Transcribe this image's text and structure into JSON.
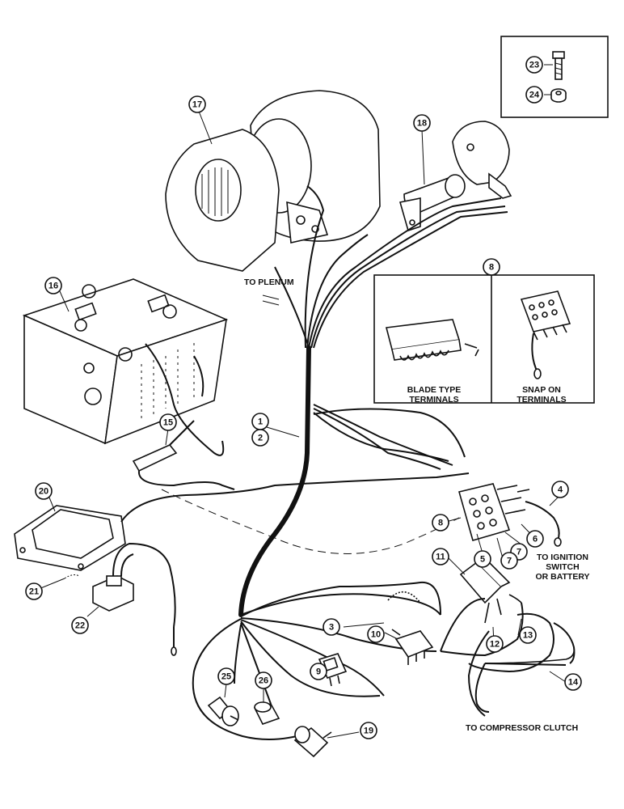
{
  "labels": {
    "to_plenum": "TO PLENUM",
    "blade_type_1": "BLADE TYPE",
    "blade_type_2": "TERMINALS",
    "snap_on_1": "SNAP ON",
    "snap_on_2": "TERMINALS",
    "ignition_1": "TO IGNITION",
    "ignition_2": "SWITCH",
    "ignition_3": "OR BATTERY",
    "compressor_clutch": "TO COMPRESSOR CLUTCH"
  },
  "callouts": [
    "23",
    "24",
    "17",
    "18",
    "16",
    "8",
    "1",
    "2",
    "15",
    "20",
    "21",
    "22",
    "4",
    "8",
    "5",
    "7",
    "6",
    "7",
    "11",
    "3",
    "10",
    "13",
    "12",
    "9",
    "14",
    "25",
    "26",
    "19"
  ]
}
